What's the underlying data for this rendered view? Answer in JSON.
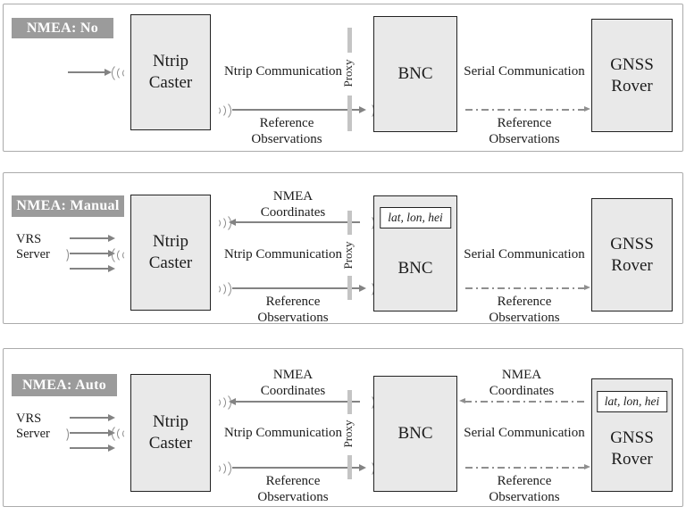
{
  "colors": {
    "node_fill": "#e9e9e9",
    "node_border": "#222222",
    "badge_bg": "#9b9b9b",
    "badge_text": "#ffffff",
    "arrow_gray": "#838383",
    "dash_gray": "#8f8f8f",
    "panel_border": "#ababab",
    "proxy_bar": "#c4c4c4"
  },
  "panels": [
    {
      "badge": "NMEA: No",
      "proxy_label": "Proxy",
      "nodes": {
        "caster": "Ntrip Caster",
        "bnc": "BNC",
        "rover": "GNSS Rover"
      },
      "links": {
        "caster_bnc_top": "Ntrip Communication",
        "caster_bnc_bottom": "Reference Observations",
        "bnc_rover_top": "Serial Communication",
        "bnc_rover_bottom": "Reference Observations"
      }
    },
    {
      "badge": "NMEA: Manual",
      "vrs_label": "VRS Server",
      "proxy_label": "Proxy",
      "bnc_coords": "lat, lon, hei",
      "nodes": {
        "caster": "Ntrip Caster",
        "bnc": "BNC",
        "rover": "GNSS Rover"
      },
      "links": {
        "caster_bnc_nmea": "NMEA Coordinates",
        "caster_bnc_mid": "Ntrip Communication",
        "caster_bnc_bottom": "Reference Observations",
        "bnc_rover_top": "Serial Communication",
        "bnc_rover_bottom": "Reference Observations"
      }
    },
    {
      "badge": "NMEA: Auto",
      "vrs_label": "VRS Server",
      "proxy_label": "Proxy",
      "rover_coords": "lat, lon, hei",
      "nodes": {
        "caster": "Ntrip Caster",
        "bnc": "BNC",
        "rover": "GNSS Rover"
      },
      "links": {
        "caster_bnc_nmea": "NMEA Coordinates",
        "caster_bnc_mid": "Ntrip Communication",
        "caster_bnc_bottom": "Reference Observations",
        "bnc_rover_nmea": "NMEA Coordinates",
        "bnc_rover_mid": "Serial Communication",
        "bnc_rover_bottom": "Reference Observations"
      }
    }
  ]
}
